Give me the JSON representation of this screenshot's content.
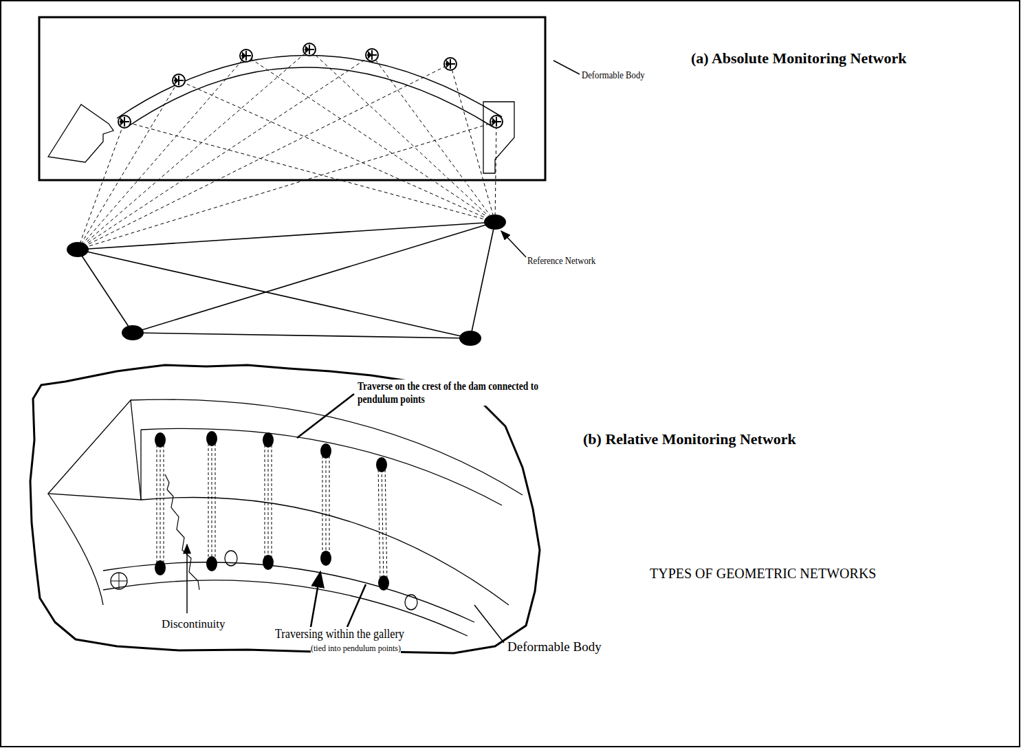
{
  "diagram": {
    "title": "TYPES OF GEOMETRIC NETWORKS",
    "labels": [
      "(a) Absolute Monitoring Network",
      "Deformable Body",
      "Reference Network",
      "(b) Relative Monitoring Network",
      "Traverse on the crest of the dam connected to pendulum points",
      "Discontinuity",
      "Traversing  within the gallery",
      "(tied into pendulum points)",
      "Deformable Body"
    ]
  }
}
